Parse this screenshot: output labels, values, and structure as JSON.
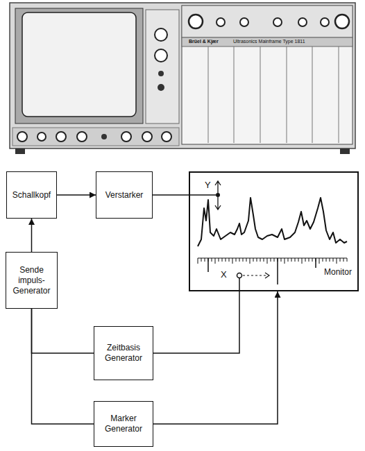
{
  "diagram": {
    "nodes": [
      {
        "text": [
          "Schallkopf"
        ]
      },
      {
        "text": [
          "Verstarker"
        ]
      },
      {
        "text": [
          "Monitor"
        ]
      },
      {
        "text": [
          "Sende impuls- Generator"
        ]
      },
      {
        "text": [
          "Zeitbasis Generator"
        ]
      },
      {
        "text": [
          "Marker Generator"
        ]
      }
    ],
    "edges": [
      {
        "from": 0,
        "to": 1,
        "arrow": "to"
      },
      {
        "from": 1,
        "to": 2,
        "arrow": "none"
      },
      {
        "from": 3,
        "to": 0,
        "arrow": "to"
      },
      {
        "from": 3,
        "to": 4,
        "arrow": "none"
      },
      {
        "from": 3,
        "to": 5,
        "arrow": "none"
      },
      {
        "from": 4,
        "to": 2,
        "arrow": "none"
      },
      {
        "from": 5,
        "to": 2,
        "arrow": "to"
      }
    ],
    "labels": [
      "Brüel & Kjær",
      "Ultrasonics Mainframe Type 1811",
      "Y",
      "X"
    ]
  }
}
